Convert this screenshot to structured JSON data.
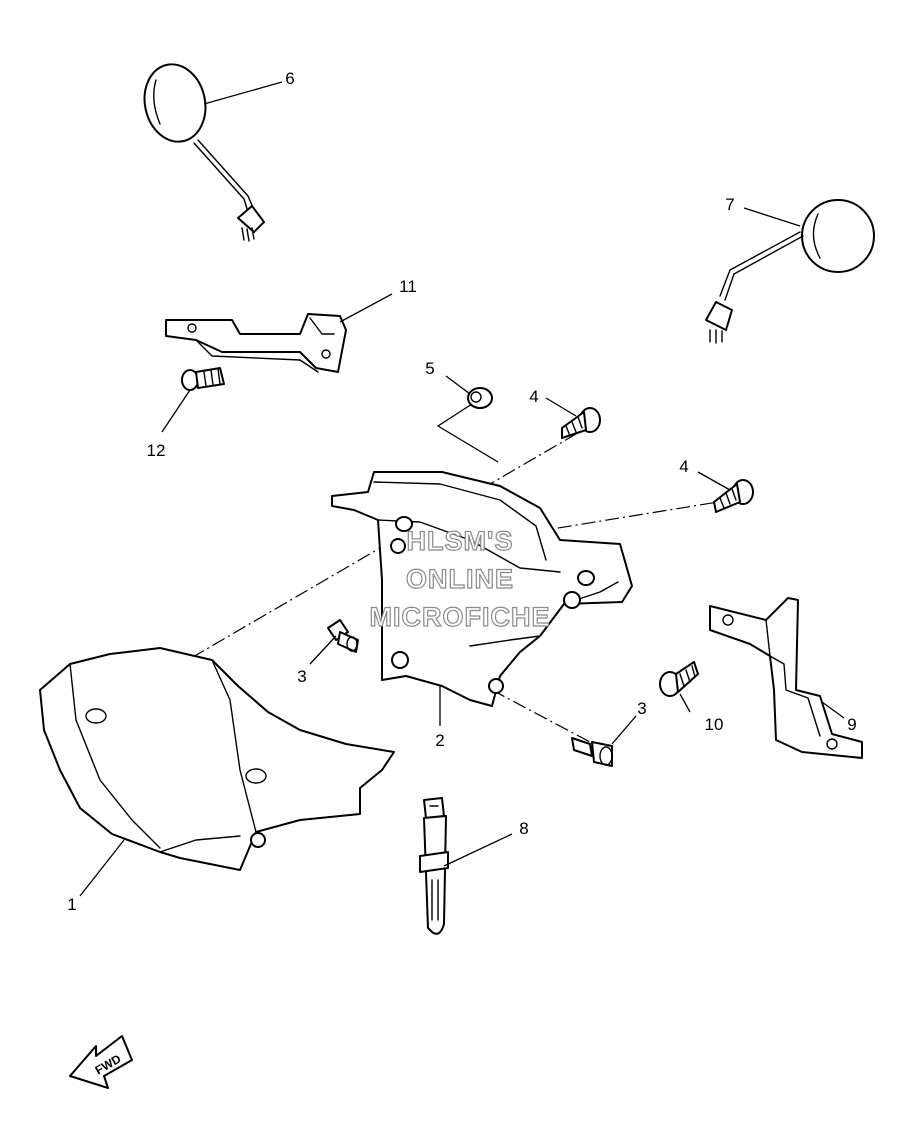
{
  "callouts": {
    "c1": "1",
    "c2": "2",
    "c3a": "3",
    "c3b": "3",
    "c4a": "4",
    "c4b": "4",
    "c5": "5",
    "c6": "6",
    "c7": "7",
    "c8": "8",
    "c9": "9",
    "c10": "10",
    "c11": "11",
    "c12": "12"
  },
  "watermark": {
    "line1": "HLSM'S",
    "line2": "ONLINE",
    "line3": "MICROFICHE"
  },
  "fwd_label": "FWD",
  "colors": {
    "line": "#000000",
    "watermark_outline": "#8a8a8a",
    "background": "#ffffff"
  }
}
